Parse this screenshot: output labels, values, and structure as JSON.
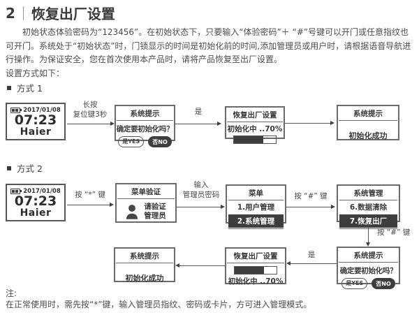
{
  "title": {
    "number": "2",
    "text": "恢复出厂设置"
  },
  "intro": {
    "paragraph": "初始状态体验密码为“123456”。在初始状态下，只要输入“体验密码”＋ “#”号键可以开门或任意指纹也可开门。系统处于“初始状态”时，门锁显示的时间是初始化前的时间,添加管理员或用户时，请根据语音导航进行操作。为保证安全，您在首次使用本产品时，请将产品恢复至出厂设置。",
    "tail": "设置方式如下："
  },
  "screen": {
    "date": "2017/01/08",
    "time": "07:23",
    "brand": "Haier"
  },
  "method1": {
    "label": "方式 1",
    "arrow1": {
      "line1": "长按",
      "line2": "复位键3秒"
    },
    "confirm": {
      "title": "系统提示",
      "question": "确定要初始化吗？",
      "yes": "是YES",
      "no": "否NO"
    },
    "arrow2": "是",
    "progress": {
      "title": "恢复出厂设置",
      "status": "初始化中 ..70%"
    },
    "success": {
      "title": "系统提示",
      "message": "初始化成功"
    }
  },
  "method2": {
    "label": "方式 2",
    "arrow1": "按 “*” 键",
    "verify": {
      "title": "菜单验证",
      "line1": "请验证",
      "line2": "管理员"
    },
    "arrow2": {
      "line1": "输入",
      "line2": "管理员密码"
    },
    "menu": {
      "title": "菜单",
      "item1": "1.用户管理",
      "item2": "2.系统管理"
    },
    "arrow3": "按 “#” 键",
    "sysmenu": {
      "title": "系统管理",
      "item1": "6.数据清除",
      "item2": "7.恢复出厂"
    },
    "arrow4": "按 “#” 键",
    "confirm": {
      "title": "系统提示",
      "question": "确定要初始化吗？",
      "yes": "是YES",
      "no": "否NO"
    },
    "arrow5": "是",
    "progress": {
      "title": "恢复出厂设置",
      "status": "初始化中 ..70%"
    },
    "success": {
      "title": "系统提示",
      "message": "初始化成功"
    }
  },
  "note": {
    "label": "注:",
    "text": "在正常使用时，需先按“*”键，输入管理员指纹、密码或卡片，方可进入管理模式。"
  },
  "ui": {
    "progress_fill_style": "width:70%",
    "accent_dark": "#3e3e3e"
  }
}
